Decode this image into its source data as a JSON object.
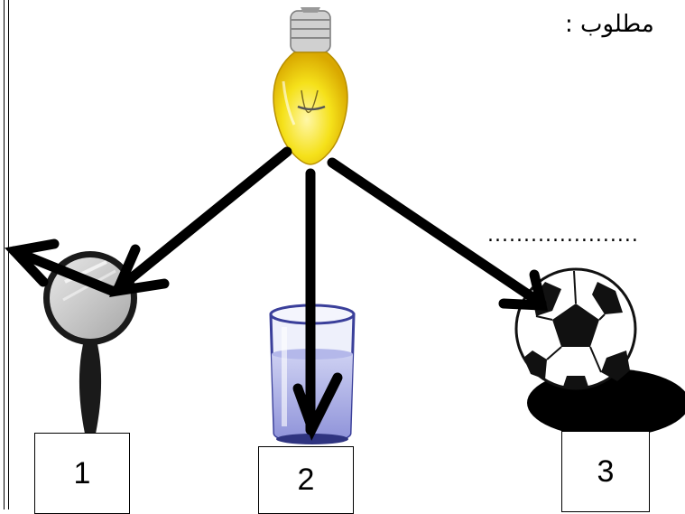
{
  "header": {
    "text": "مطلوب :"
  },
  "answer_line": {
    "text": "....................."
  },
  "figures": [
    {
      "id": "magnifier",
      "label": "1",
      "icon": "magnifying-glass-icon"
    },
    {
      "id": "glass",
      "label": "2",
      "icon": "water-glass-icon"
    },
    {
      "id": "ball",
      "label": "3",
      "icon": "soccer-ball-icon"
    }
  ],
  "light_source": {
    "icon": "light-bulb-icon",
    "color": "#f5e11a"
  },
  "arrows": [
    {
      "from": "bulb",
      "to": "magnifier",
      "reflected": true
    },
    {
      "from": "bulb",
      "to": "glass",
      "reflected": false
    },
    {
      "from": "bulb",
      "to": "ball",
      "reflected": false
    }
  ]
}
